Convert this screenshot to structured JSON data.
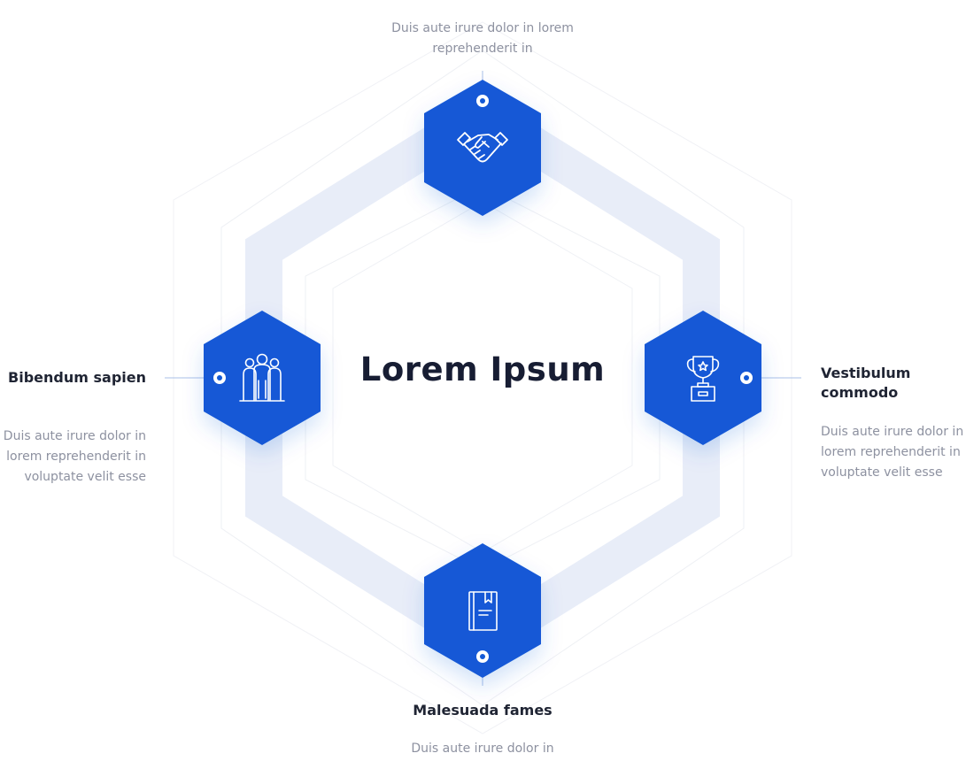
{
  "center": {
    "title": "Lorem Ipsum"
  },
  "colors": {
    "accent": "#1359d6",
    "ring": "#e8edf8",
    "outline": "#eef0f4",
    "connector": "#a8bfe7"
  },
  "nodes": {
    "top": {
      "icon": "handshake-icon",
      "description": "Duis aute irure dolor in lorem reprehenderit in"
    },
    "left": {
      "icon": "team-icon",
      "label": "Bibendum sapien",
      "description": "Duis aute irure dolor in lorem reprehenderit in voluptate velit esse"
    },
    "right": {
      "icon": "trophy-icon",
      "label": "Vestibulum commodo",
      "description": "Duis aute irure dolor in lorem reprehenderit in voluptate velit esse"
    },
    "bottom": {
      "icon": "book-icon",
      "label": "Malesuada fames",
      "description": "Duis aute irure dolor in"
    }
  }
}
